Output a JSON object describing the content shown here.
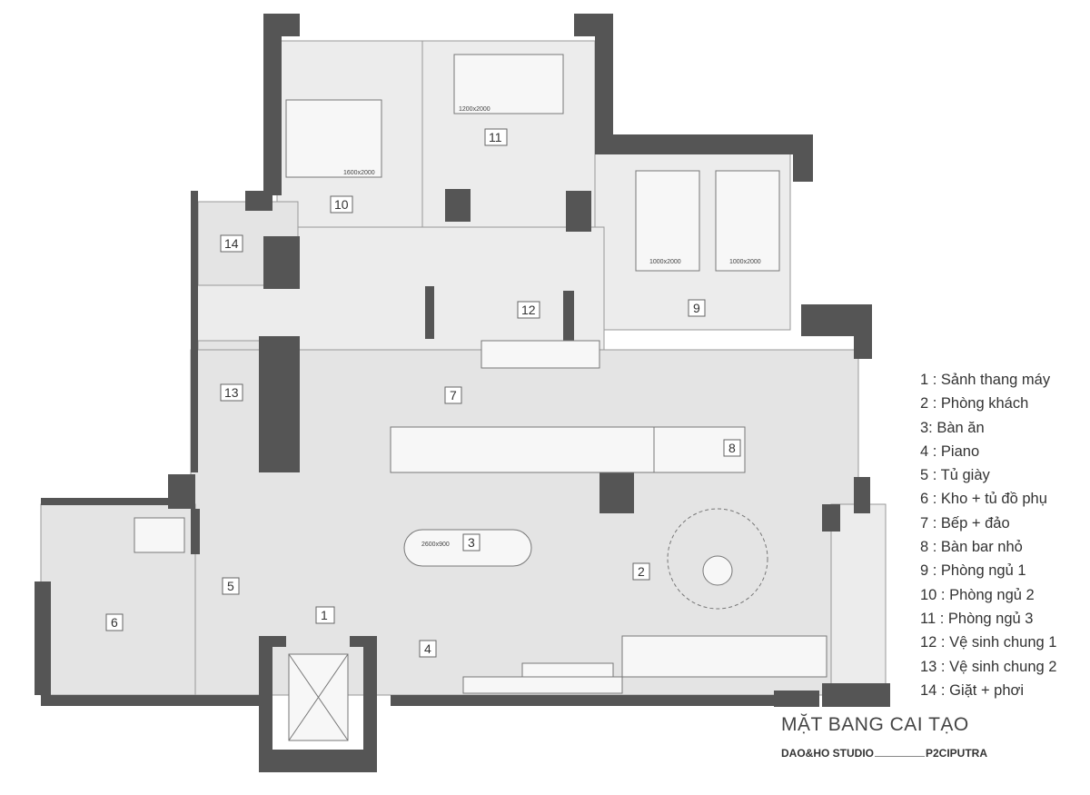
{
  "plan": {
    "title": "MẶT BANG CAI TẠO",
    "studio": "DAO&HO STUDIO",
    "project": "P2CIPUTRA",
    "room_numbers": [
      "1",
      "2",
      "3",
      "4",
      "5",
      "6",
      "7",
      "8",
      "9",
      "10",
      "11",
      "12",
      "13",
      "14"
    ],
    "bed_sizes": {
      "room10": "1600x2000",
      "room11": "1200x2000",
      "room9_left": "1000x2000",
      "room9_right": "1000x2000"
    },
    "dining_table_size": "2600x900",
    "colors": {
      "wall": "#555555",
      "floor": "#e4e4e4",
      "room": "#ececec"
    }
  },
  "legend": [
    "1 : Sảnh thang máy",
    "2 : Phòng khách",
    "3: Bàn ăn",
    "4 : Piano",
    "5 : Tủ giày",
    "6 : Kho + tủ đồ phụ",
    "7 : Bếp + đảo",
    "8 : Bàn bar nhỏ",
    "9 : Phòng ngủ 1",
    "10 : Phòng ngủ 2",
    "11 : Phòng ngủ 3",
    "12 : Vệ sinh chung 1",
    "13 : Vệ sinh chung 2",
    "14 : Giặt + phơi"
  ]
}
